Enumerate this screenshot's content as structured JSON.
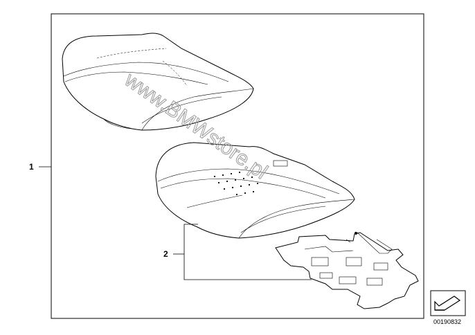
{
  "callouts": [
    {
      "id": "1",
      "label": "1"
    },
    {
      "id": "2",
      "label": "2"
    }
  ],
  "reference_number": "00190832",
  "watermark": "www.BMWstore.pl",
  "icons": [
    "arrow-box-icon"
  ]
}
